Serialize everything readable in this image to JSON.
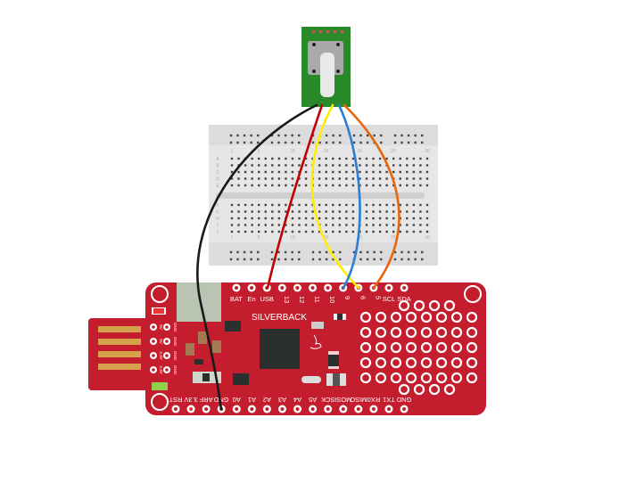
{
  "board": {
    "name": "SILVERBACK",
    "color": "#c41e2e",
    "top_pins": [
      "BAT",
      "En",
      "USB",
      "13",
      "12",
      "11",
      "10",
      "9",
      "6",
      "5",
      "SCL",
      "SDA"
    ],
    "bottom_pins": [
      "RST",
      "3.3V",
      "ARF",
      "GND",
      "A0",
      "A1",
      "A2",
      "A3",
      "A4",
      "A5",
      "SCK",
      "MOSI",
      "MISO",
      "RX0",
      "TX1",
      "GND"
    ],
    "usb_header_labels": [
      [
        "5V",
        "GND"
      ],
      [
        "5V",
        "GND"
      ],
      [
        "3.3V",
        "GND"
      ],
      [
        "3.3V",
        "GND"
      ]
    ]
  },
  "breadboard": {
    "column_labels": [
      "1",
      "5",
      "10",
      "15",
      "20",
      "25",
      "30"
    ],
    "row_labels": [
      "A",
      "B",
      "C",
      "D",
      "E",
      "F",
      "G",
      "H",
      "I",
      "J"
    ]
  },
  "component": {
    "type": "rotary-potentiometer",
    "pcb_color": "#2a8a2a"
  },
  "wires": [
    {
      "color": "#1a1a1a",
      "to": "GND"
    },
    {
      "color": "#c00000",
      "to": "USB"
    },
    {
      "color": "#ffee00",
      "to": "6"
    },
    {
      "color": "#2a7fd4",
      "to": "9"
    },
    {
      "color": "#e8650a",
      "to": "5"
    }
  ]
}
